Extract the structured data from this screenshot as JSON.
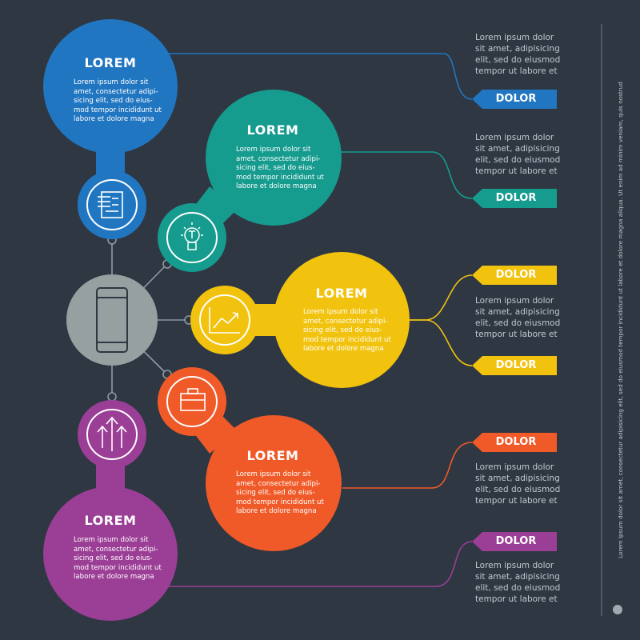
{
  "colors": {
    "background": "#2e3742",
    "blue": "#2176c1",
    "teal": "#169b8f",
    "yellow": "#f1c30f",
    "orange": "#f05a28",
    "purple": "#9b3e95",
    "gray": "#96a0a0",
    "connector": "#8e99a4"
  },
  "hub": {
    "icon": "smartphone-icon"
  },
  "nodes": [
    {
      "id": "blue",
      "title": "LOREM",
      "body": "Lorem ipsum dolor sit\namet, consectetur adipi-\nsicing elit, sed do eius-\nmod tempor incididunt ut\nlabore et dolore magna",
      "icon": "document-icon",
      "tag": "DOLOR",
      "side_text": "Lorem ipsum dolor\nsit amet, adipisicing\nelit, sed do eiusmod\ntempor ut labore et"
    },
    {
      "id": "teal",
      "title": "LOREM",
      "body": "Lorem ipsum dolor sit\namet, consectetur adipi-\nsicing elit, sed do eius-\nmod tempor incididunt ut\nlabore et dolore magna",
      "icon": "lightbulb-icon",
      "tag": "DOLOR",
      "side_text": "Lorem ipsum dolor\nsit amet, adipisicing\nelit, sed do eiusmod\ntempor ut labore et"
    },
    {
      "id": "yellow",
      "title": "LOREM",
      "body": "Lorem ipsum dolor sit\namet, consectetur adipi-\nsicing elit, sed do eius-\nmod tempor incididunt ut\nlabore et dolore magna",
      "icon": "trend-chart-icon",
      "tag": "DOLOR",
      "tag2": "DOLOR",
      "side_text": "Lorem ipsum dolor\nsit amet, adipisicing\nelit, sed do eiusmod\ntempor ut labore et"
    },
    {
      "id": "orange",
      "title": "LOREM",
      "body": "Lorem ipsum dolor sit\namet, consectetur adipi-\nsicing elit, sed do eius-\nmod tempor incididunt ut\nlabore et dolore magna",
      "icon": "briefcase-icon",
      "tag": "DOLOR",
      "side_text": "Lorem ipsum dolor\nsit amet, adipisicing\nelit, sed do eiusmod\ntempor ut labore et"
    },
    {
      "id": "purple",
      "title": "LOREM",
      "body": "Lorem ipsum dolor sit\namet, consectetur adipi-\nsicing elit, sed do eius-\nmod tempor incididunt ut\nlabore et dolore magna",
      "icon": "arrows-up-icon",
      "tag": "DOLOR",
      "side_text": "Lorem ipsum dolor\nsit amet, adipisicing\nelit, sed do eiusmod\ntempor ut labore et"
    }
  ],
  "vertical_text": "Lorem ipsum dolor sit amet, consectetur adipisicing elit, sed do eiusmod tempor incididunt ut labore et dolore magna aliqua. Ut enim ad minim veniam, quis nostrud"
}
